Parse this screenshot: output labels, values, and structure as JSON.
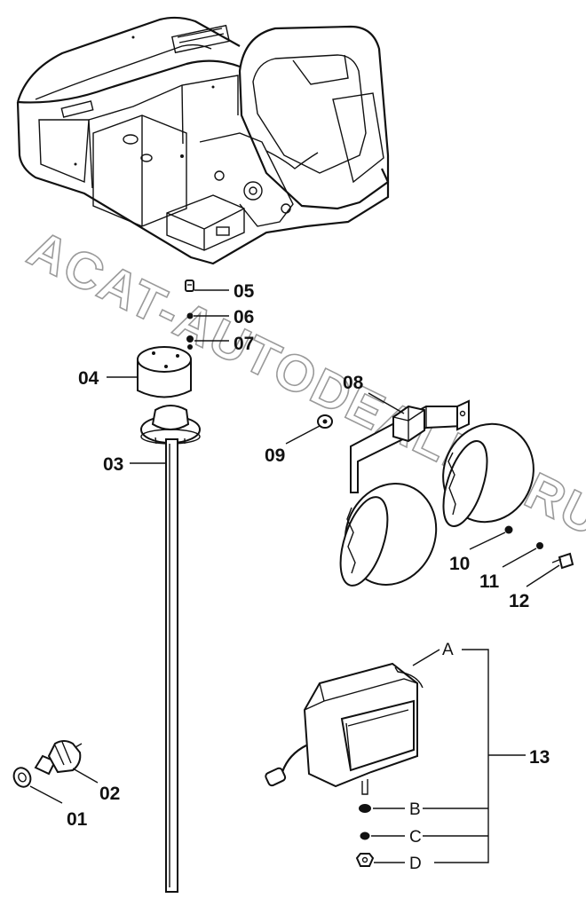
{
  "diagram": {
    "labels": {
      "p01": "01",
      "p02": "02",
      "p03": "03",
      "p04": "04",
      "p05": "05",
      "p06": "06",
      "p07": "07",
      "p08": "08",
      "p09": "09",
      "p10": "10",
      "p11": "11",
      "p12": "12",
      "p13": "13",
      "pA": "A",
      "pB": "B",
      "pC": "C",
      "pD": "D"
    },
    "watermark": "ACAT-AUTODEALER.RU"
  }
}
